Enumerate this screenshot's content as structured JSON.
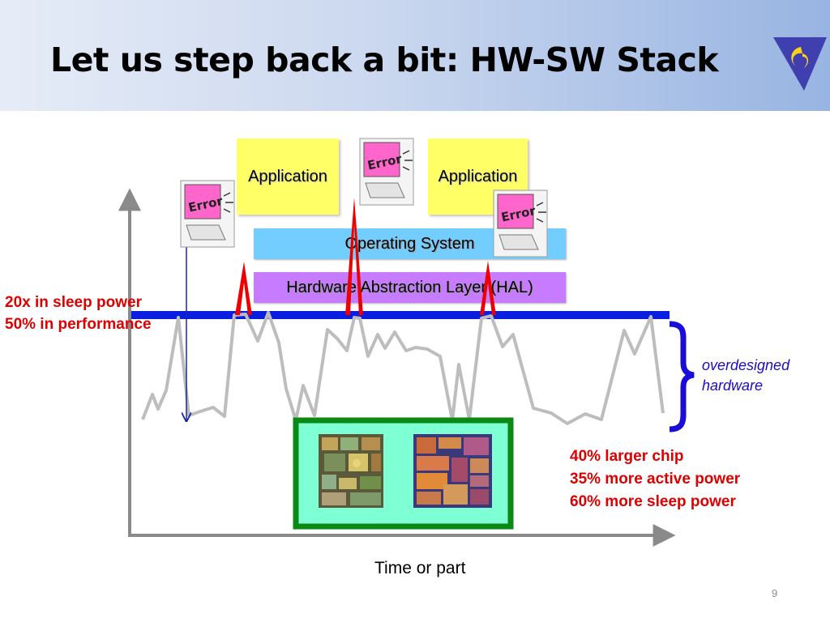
{
  "slide": {
    "title": "Let us step back a bit: HW-SW Stack",
    "page_number": "9"
  },
  "stack": {
    "app_left": "Application",
    "app_right": "Application",
    "os": "Operating System",
    "hal": "Hardware Abstraction Layer (HAL)"
  },
  "error_icon_text": "Error",
  "annotations": {
    "sleep_line1": "20x in sleep power",
    "sleep_line2": "50% in performance",
    "overdesigned_line1": "overdesigned",
    "overdesigned_line2": "hardware",
    "chip_line1": "40% larger chip",
    "chip_line2": "35% more active power",
    "chip_line3": "60% more sleep power"
  },
  "axis": {
    "xlabel": "Time or part"
  },
  "colors": {
    "header_start": "#e6ecf7",
    "header_end": "#98b4e2",
    "app_box": "#ffff66",
    "os_box": "#73ceff",
    "hal_box": "#c77bff",
    "hw_line": "#0a1ee0",
    "trace": "#bdbdbd",
    "spike": "#ee0000",
    "annotation_red": "#dd0000",
    "annotation_blue": "#1a0dbd",
    "chip_frame": "#0a8a14",
    "chip_fill": "#7fffd4"
  }
}
